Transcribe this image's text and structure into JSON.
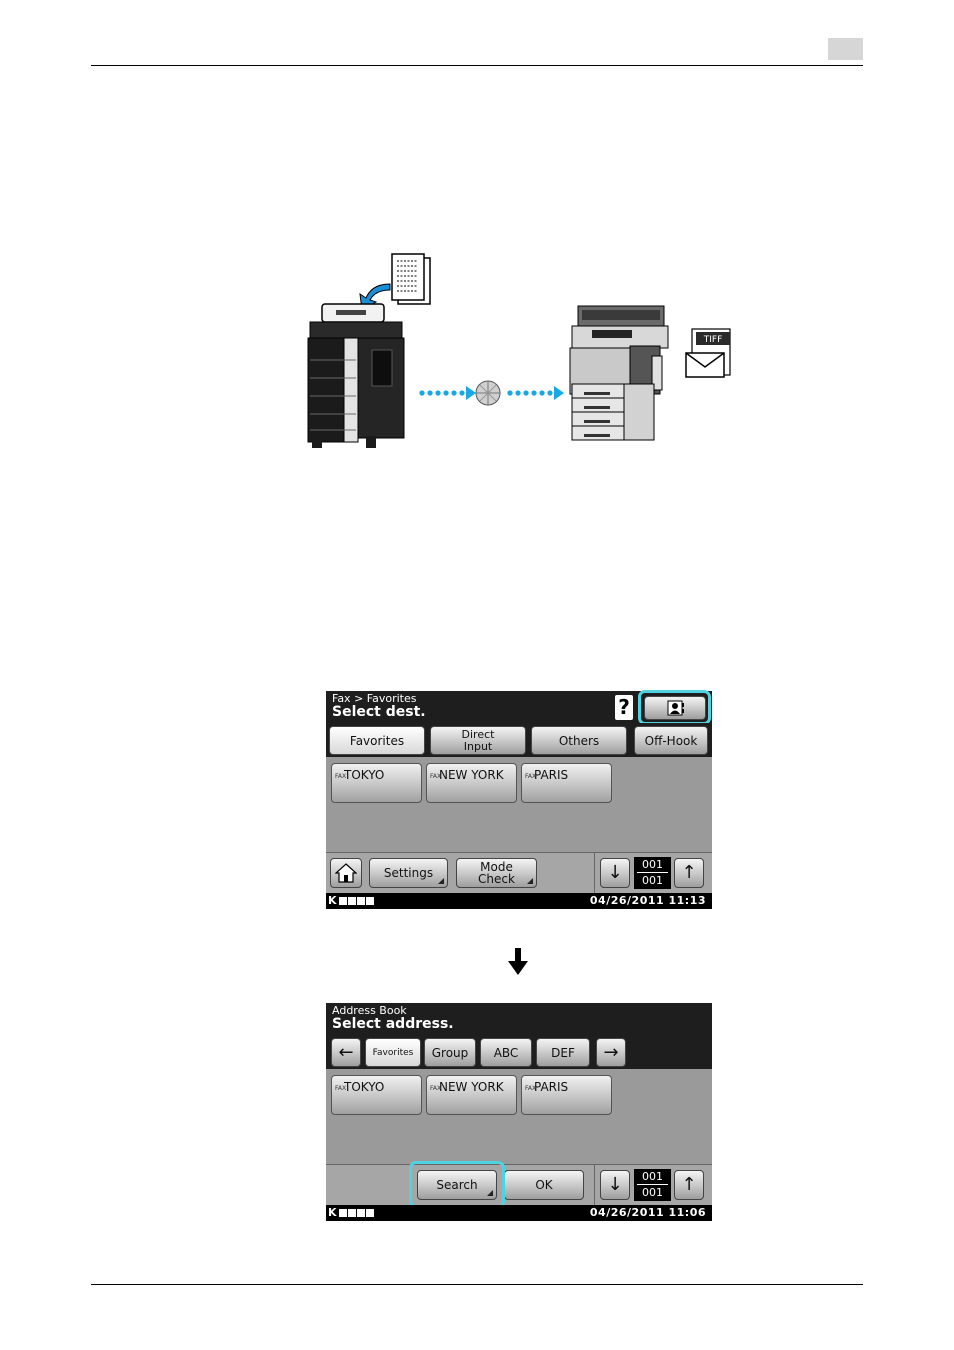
{
  "page_number": "",
  "diagram": {
    "attachment_label": "TIFF"
  },
  "screen1": {
    "breadcrumb": "Fax > Favorites",
    "instruction": "Select dest.",
    "help_label": "?",
    "tabs": [
      "Favorites",
      "Direct Input",
      "Others",
      "Off-Hook"
    ],
    "destinations": [
      "TOKYO",
      "NEW YORK",
      "PARIS"
    ],
    "fax_tag": "FAX",
    "buttons": {
      "settings": "Settings",
      "mode_check": "Mode Check"
    },
    "counter": {
      "current": "001",
      "total": "001"
    },
    "status": {
      "k_label": "K",
      "datetime": "04/26/2011  11:13"
    }
  },
  "screen2": {
    "title": "Address Book",
    "instruction": "Select address.",
    "tabs": [
      "Favorites",
      "Group",
      "ABC",
      "DEF"
    ],
    "destinations": [
      "TOKYO",
      "NEW YORK",
      "PARIS"
    ],
    "fax_tag": "FAX",
    "buttons": {
      "search": "Search",
      "ok": "OK"
    },
    "counter": {
      "current": "001",
      "total": "001"
    },
    "status": {
      "k_label": "K",
      "datetime": "04/26/2011  11:06"
    }
  }
}
